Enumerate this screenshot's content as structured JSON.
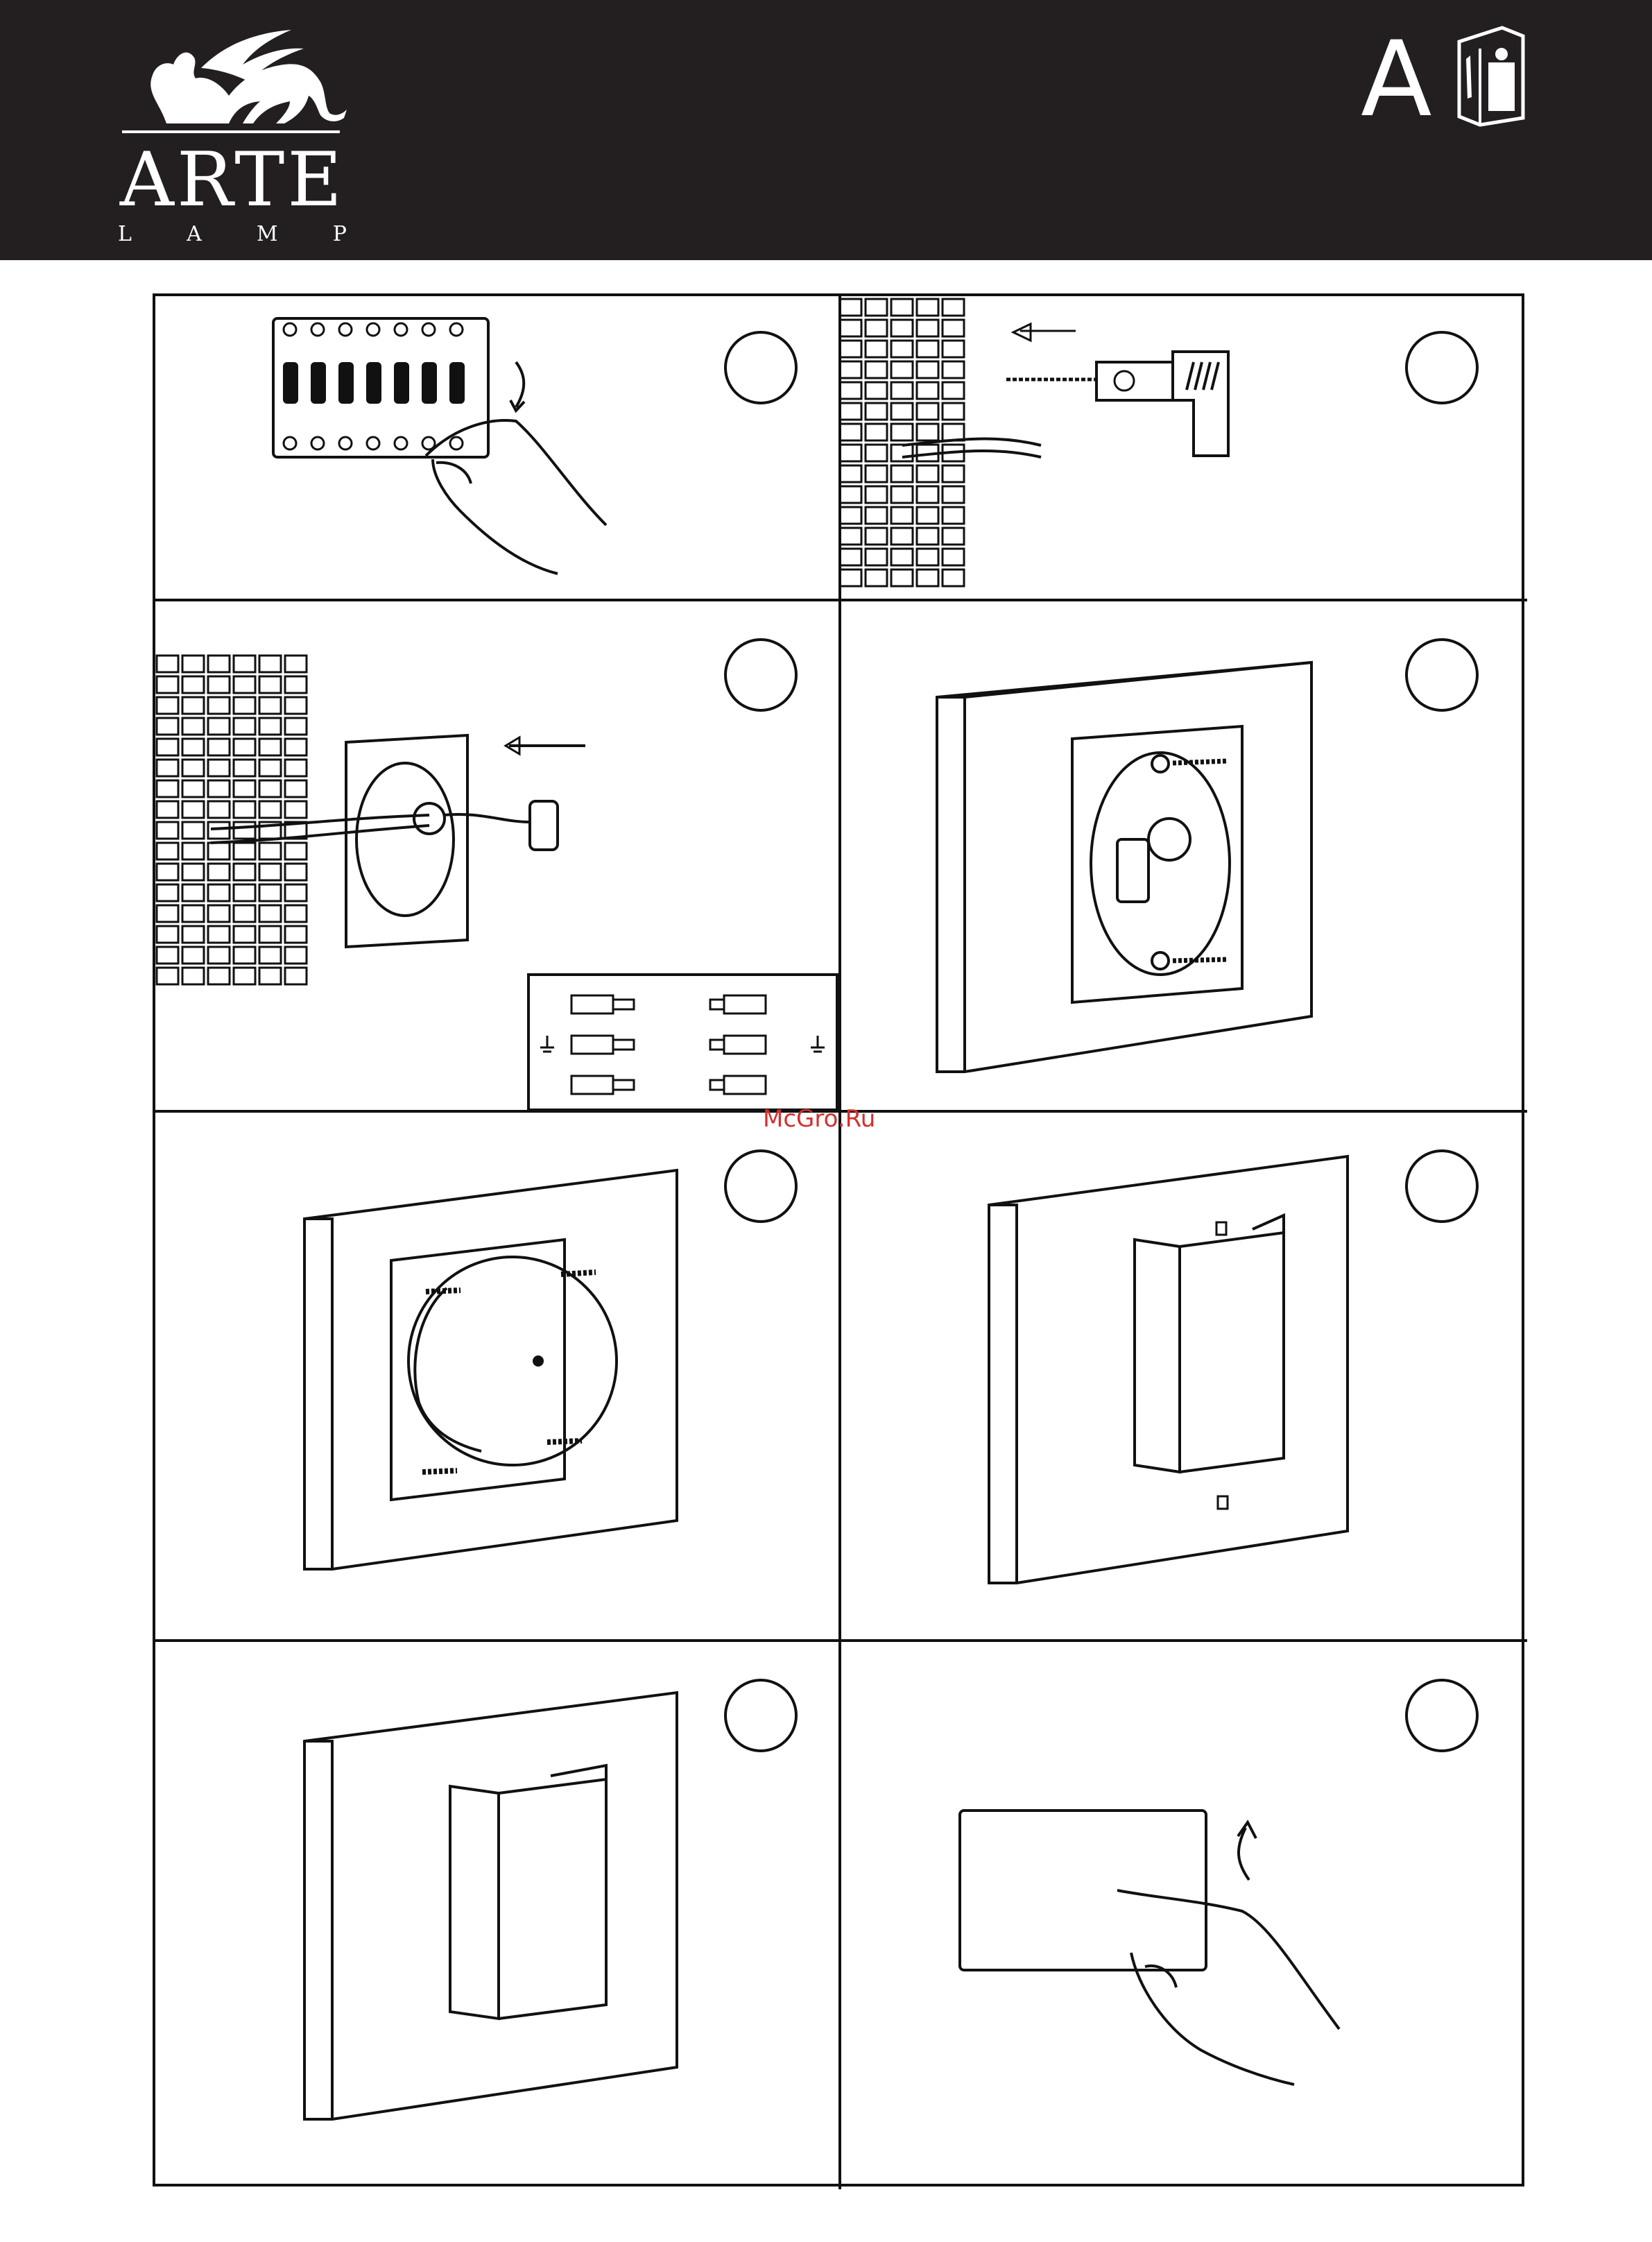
{
  "header": {
    "brand": "ARTE",
    "brand_sub": [
      "L",
      "A",
      "M",
      "P"
    ],
    "section_letter": "A",
    "icons": {
      "logo": "griffin-logo-icon",
      "manual": "manual-book-icon"
    }
  },
  "watermark": "McGro.Ru",
  "panels": [
    {
      "id": "step-1",
      "illustration": "circuit-breaker-off"
    },
    {
      "id": "step-2",
      "illustration": "wall-drilling-mounting-plate"
    },
    {
      "id": "step-3",
      "illustration": "feed-cable-through-plate"
    },
    {
      "id": "step-4",
      "illustration": "screw-plate-to-wall"
    },
    {
      "id": "step-5",
      "illustration": "attach-lamp-body"
    },
    {
      "id": "step-6",
      "illustration": "fit-shade"
    },
    {
      "id": "step-7",
      "illustration": "assembled-lamp"
    },
    {
      "id": "step-8",
      "illustration": "circuit-breaker-on"
    }
  ],
  "colors": {
    "header_bg": "#231f20",
    "line": "#111111",
    "watermark": "#d32f2f"
  }
}
